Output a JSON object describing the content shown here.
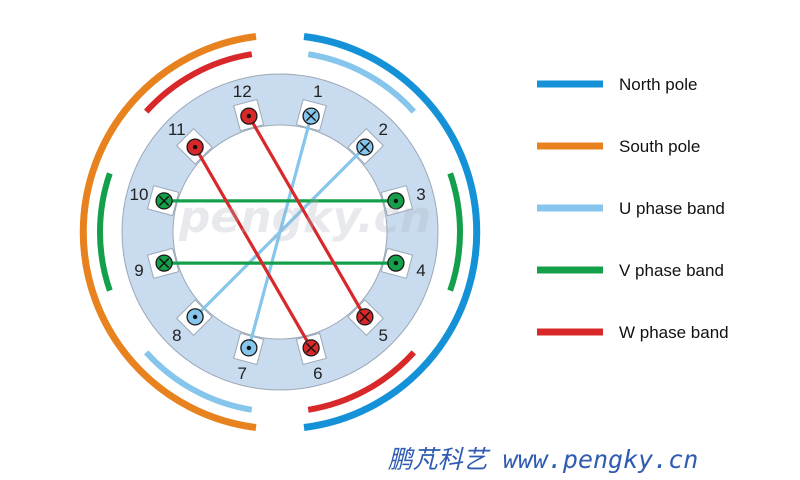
{
  "colors": {
    "north": "#1591d8",
    "south": "#e8821e",
    "u": "#86c6ec",
    "v": "#14a04a",
    "w": "#d8282a",
    "stator": "#c9dbee",
    "stator_edge": "#9aa8b8"
  },
  "legend": [
    {
      "label": "North pole",
      "color": "#1591d8"
    },
    {
      "label": "South pole",
      "color": "#e8821e"
    },
    {
      "label": "U phase band",
      "color": "#86c6ec"
    },
    {
      "label": "V phase band",
      "color": "#14a04a"
    },
    {
      "label": "W phase band",
      "color": "#d8282a"
    }
  ],
  "slots": [
    {
      "num": "1",
      "phase": "u",
      "mark": "cross"
    },
    {
      "num": "2",
      "phase": "u",
      "mark": "cross"
    },
    {
      "num": "3",
      "phase": "v",
      "mark": "dot"
    },
    {
      "num": "4",
      "phase": "v",
      "mark": "dot"
    },
    {
      "num": "5",
      "phase": "w",
      "mark": "cross"
    },
    {
      "num": "6",
      "phase": "w",
      "mark": "cross"
    },
    {
      "num": "7",
      "phase": "u",
      "mark": "dot"
    },
    {
      "num": "8",
      "phase": "u",
      "mark": "dot"
    },
    {
      "num": "9",
      "phase": "v",
      "mark": "cross"
    },
    {
      "num": "10",
      "phase": "v",
      "mark": "cross"
    },
    {
      "num": "11",
      "phase": "w",
      "mark": "dot"
    },
    {
      "num": "12",
      "phase": "w",
      "mark": "dot"
    }
  ],
  "connections": [
    {
      "from": "1",
      "to": "7",
      "phase": "u"
    },
    {
      "from": "2",
      "to": "8",
      "phase": "u"
    },
    {
      "from": "3",
      "to": "10",
      "phase": "v"
    },
    {
      "from": "4",
      "to": "9",
      "phase": "v"
    },
    {
      "from": "5",
      "to": "12",
      "phase": "w"
    },
    {
      "from": "6",
      "to": "11",
      "phase": "w"
    }
  ],
  "watermark": "pengky.cn",
  "footer": "鹏芃科艺 www.pengky.cn"
}
